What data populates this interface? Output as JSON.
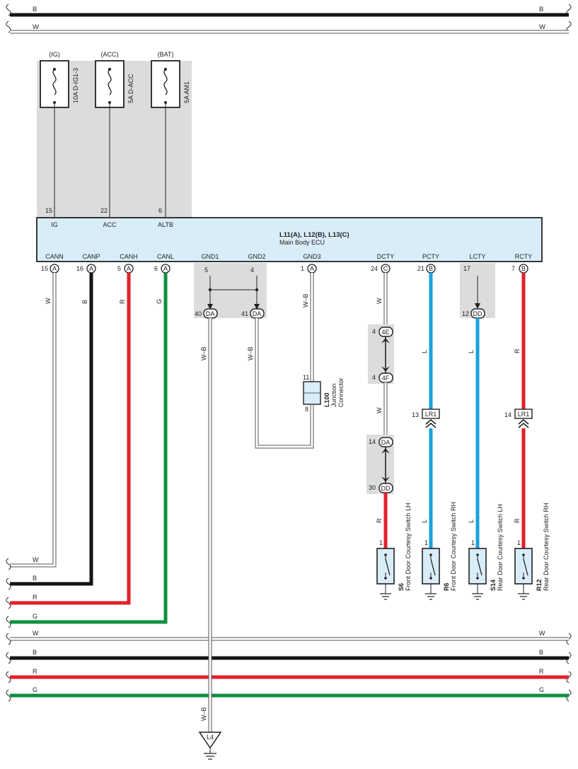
{
  "bus_top": {
    "b": {
      "left": "B",
      "right": "B"
    },
    "w": {
      "left": "W",
      "right": "W"
    }
  },
  "fuses": [
    {
      "power": "(IG)",
      "name": "10A D-IG1-3",
      "pin": "15",
      "signal": "IG"
    },
    {
      "power": "(ACC)",
      "name": "5A D-ACC",
      "pin": "22",
      "signal": "ACC"
    },
    {
      "power": "(BAT)",
      "name": "5A AM1",
      "pin": "6",
      "signal": "ALTB"
    }
  ],
  "ecu": {
    "title": "L11(A), L12(B), L13(C)",
    "subtitle": "Main Body ECU",
    "bottom_pins": [
      {
        "label": "CANN",
        "pin": "15",
        "conn": "A"
      },
      {
        "label": "CANP",
        "pin": "16",
        "conn": "A"
      },
      {
        "label": "CANH",
        "pin": "5",
        "conn": "A"
      },
      {
        "label": "CANL",
        "pin": "6",
        "conn": "A"
      },
      {
        "label": "GND1",
        "pin": "5",
        "conn": ""
      },
      {
        "label": "GND2",
        "pin": "4",
        "conn": ""
      },
      {
        "label": "GND3",
        "pin": "1",
        "conn": "A"
      },
      {
        "label": "DCTY",
        "pin": "24",
        "conn": "C"
      },
      {
        "label": "PCTY",
        "pin": "21",
        "conn": "B"
      },
      {
        "label": "LCTY",
        "pin": "17",
        "conn": ""
      },
      {
        "label": "RCTY",
        "pin": "7",
        "conn": "B"
      }
    ]
  },
  "wire_colors": {
    "canh": "R",
    "canl": "G",
    "cann": "W",
    "canp": "B",
    "gnd1": "W–B",
    "gnd2": "W–B",
    "gnd3": "W–B",
    "dcty_top": "W",
    "dcty_mid": "W",
    "dcty_bot": "R",
    "pcty_top": "L",
    "pcty_bot": "L",
    "lcty_top": "L",
    "lcty_bot": "L",
    "rcty_top": "R",
    "rcty_bot": "R"
  },
  "connectors": {
    "da40": {
      "pin": "40",
      "name": "DA"
    },
    "da41": {
      "pin": "41",
      "name": "DA"
    },
    "c4e": {
      "pin": "4",
      "name": "4E"
    },
    "c4f": {
      "pin": "4",
      "name": "4F"
    },
    "da14": {
      "pin": "14",
      "name": "DA"
    },
    "dd30": {
      "pin": "30",
      "name": "DD"
    },
    "dd12": {
      "pin": "12",
      "name": "DD"
    },
    "lr1_13": {
      "pin": "13",
      "name": "LR1"
    },
    "lr1_14": {
      "pin": "14",
      "name": "LR1"
    }
  },
  "junction": {
    "pin_top": "11",
    "pin_bottom": "8",
    "code": "L100",
    "line1": "Junction",
    "line2": "Connector"
  },
  "switches": [
    {
      "pin": "1",
      "code": "S6",
      "name": "Front Door Courtesy Switch LH"
    },
    {
      "pin": "1",
      "code": "R6",
      "name": "Front Door Courtesy Switch RH"
    },
    {
      "pin": "1",
      "code": "S14",
      "name": "Rear Door Courtesy Switch LH"
    },
    {
      "pin": "1",
      "code": "R12",
      "name": "Rear Door Courtesy Switch RH"
    }
  ],
  "ground_l4": "L4",
  "bus_left": {
    "w": "W",
    "b": "B",
    "r": "R",
    "g": "G"
  },
  "bus_bottom": {
    "w": {
      "left": "W",
      "right": "W"
    },
    "b": {
      "left": "B",
      "right": "B"
    },
    "r": {
      "left": "R",
      "right": "R"
    },
    "g": {
      "left": "G",
      "right": "G"
    }
  },
  "colors": {
    "black": "#141414",
    "red": "#e3202a",
    "green": "#0e9040",
    "blue": "#1aa0de",
    "ecu_fill": "#d9edf9",
    "shade": "#dcdcdc"
  }
}
